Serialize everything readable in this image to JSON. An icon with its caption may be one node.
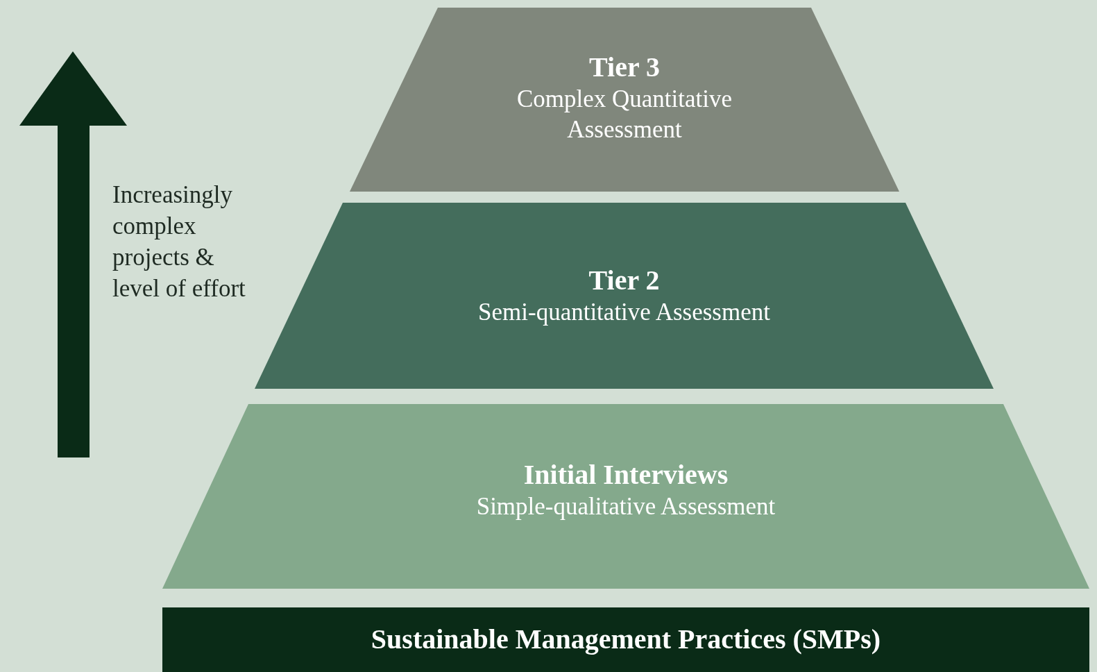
{
  "diagram": {
    "nodes": [
      {
        "text": [
          "Tier 3",
          "Complex Quantitative Assessment"
        ]
      },
      {
        "text": [
          "Tier 2",
          "Semi-quantitative Assessment"
        ]
      },
      {
        "text": [
          "Initial Interviews",
          "Simple-qualitative Assessment"
        ]
      },
      {
        "text": [
          "Sustainable Management Practices (SMPs)"
        ]
      }
    ],
    "labels": [
      "Increasingly complex projects & level of effort"
    ]
  }
}
